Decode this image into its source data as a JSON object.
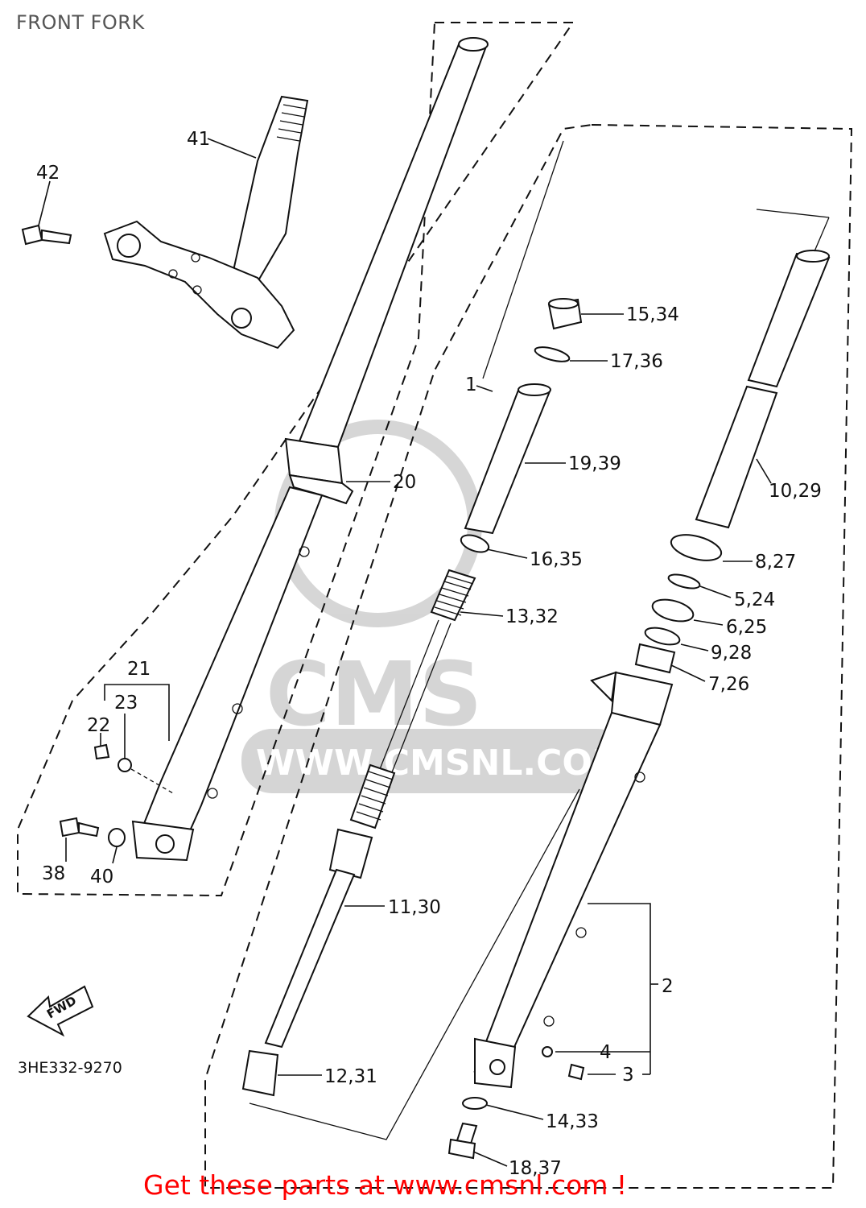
{
  "title": "FRONT FORK",
  "drawing_code": "3HE332-9270",
  "fwd_label": "FWD",
  "watermark": {
    "brand": "CMS",
    "url": "WWW.CMSNL.COM"
  },
  "cta": "Get these parts at www.cmsnl.com !",
  "callouts": [
    {
      "id": "c41",
      "text": "41"
    },
    {
      "id": "c42",
      "text": "42"
    },
    {
      "id": "c20",
      "text": "20"
    },
    {
      "id": "c21",
      "text": "21"
    },
    {
      "id": "c22",
      "text": "22"
    },
    {
      "id": "c23",
      "text": "23"
    },
    {
      "id": "c38",
      "text": "38"
    },
    {
      "id": "c40",
      "text": "40"
    },
    {
      "id": "c1",
      "text": "1"
    },
    {
      "id": "c15",
      "text": "15,34"
    },
    {
      "id": "c17",
      "text": "17,36"
    },
    {
      "id": "c19",
      "text": "19,39"
    },
    {
      "id": "c16",
      "text": "16,35"
    },
    {
      "id": "c13",
      "text": "13,32"
    },
    {
      "id": "c11",
      "text": "11,30"
    },
    {
      "id": "c12",
      "text": "12,31"
    },
    {
      "id": "c10",
      "text": "10,29"
    },
    {
      "id": "c8",
      "text": "8,27"
    },
    {
      "id": "c5",
      "text": "5,24"
    },
    {
      "id": "c6",
      "text": "6,25"
    },
    {
      "id": "c9",
      "text": "9,28"
    },
    {
      "id": "c7",
      "text": "7,26"
    },
    {
      "id": "c2",
      "text": "2"
    },
    {
      "id": "c4",
      "text": "4"
    },
    {
      "id": "c3",
      "text": "3"
    },
    {
      "id": "c14",
      "text": "14,33"
    },
    {
      "id": "c18",
      "text": "18,37"
    }
  ]
}
